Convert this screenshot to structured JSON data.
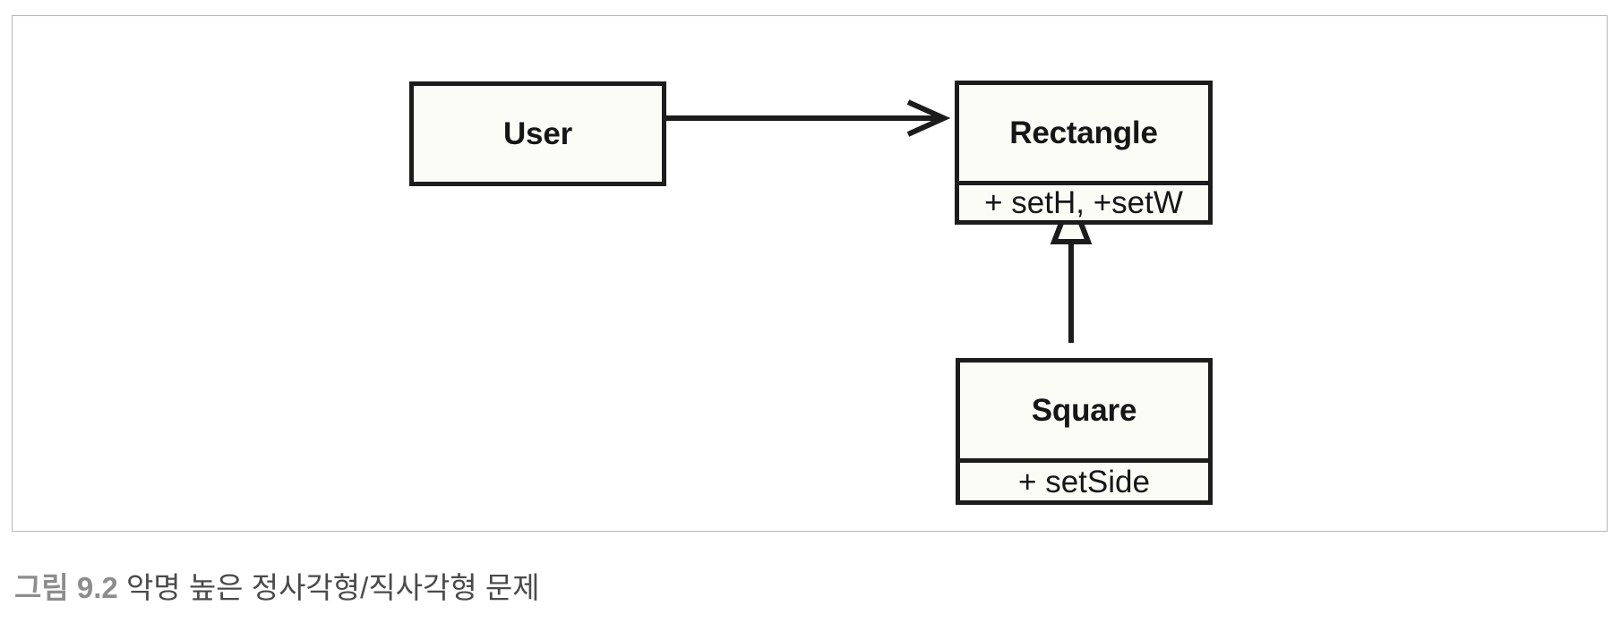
{
  "figure": {
    "caption_label": "그림 9.2",
    "caption_text": "악명 높은 정사각형/직사각형 문제",
    "frame_border_color": "#b5b5b8",
    "background_color": "#ffffff"
  },
  "diagram": {
    "type": "uml-class-diagram",
    "stroke_color": "#1c1c1c",
    "box_fill_color": "#fcfcf7",
    "text_color": "#161616",
    "classes": [
      {
        "id": "user",
        "name": "User",
        "operations": "",
        "has_operations_compartment": false
      },
      {
        "id": "rectangle",
        "name": "Rectangle",
        "operations": "+ setH, +setW",
        "has_operations_compartment": true
      },
      {
        "id": "square",
        "name": "Square",
        "operations": "+ setSide",
        "has_operations_compartment": true
      }
    ],
    "relationships": [
      {
        "id": "user-uses-rectangle",
        "kind": "association",
        "arrowhead": "open-stick",
        "source": "User",
        "target": "Rectangle",
        "direction": "horizontal-right"
      },
      {
        "id": "square-inherits-rectangle",
        "kind": "generalization",
        "arrowhead": "hollow-triangle",
        "source": "Square",
        "target": "Rectangle",
        "direction": "vertical-up"
      }
    ]
  }
}
